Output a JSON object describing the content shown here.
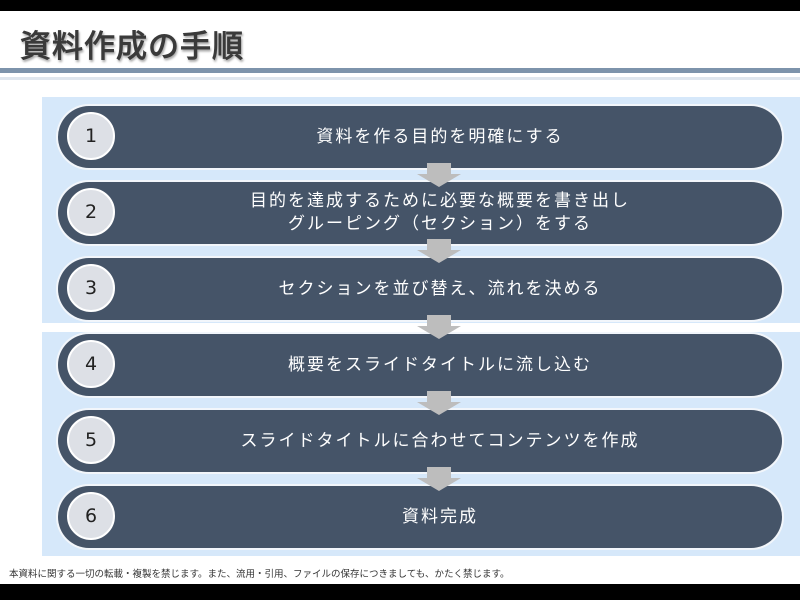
{
  "title": "資料作成の手順",
  "colors": {
    "bar": "#455468",
    "panel": "#d6e8fa",
    "arrow": "#bdbdbd",
    "circle": "#dde0e6"
  },
  "steps": [
    {
      "number": "1",
      "text": "資料を作る目的を明確にする"
    },
    {
      "number": "2",
      "text": "目的を達成するために必要な概要を書き出し\nグルーピング（セクション）をする"
    },
    {
      "number": "3",
      "text": "セクションを並び替え、流れを決める"
    },
    {
      "number": "4",
      "text": "概要をスライドタイトルに流し込む"
    },
    {
      "number": "5",
      "text": "スライドタイトルに合わせてコンテンツを作成"
    },
    {
      "number": "6",
      "text": "資料完成"
    }
  ],
  "footer": "本資料に関する一切の転載・複製を禁じます。また、流用・引用、ファイルの保存につきましても、かたく禁じます。"
}
